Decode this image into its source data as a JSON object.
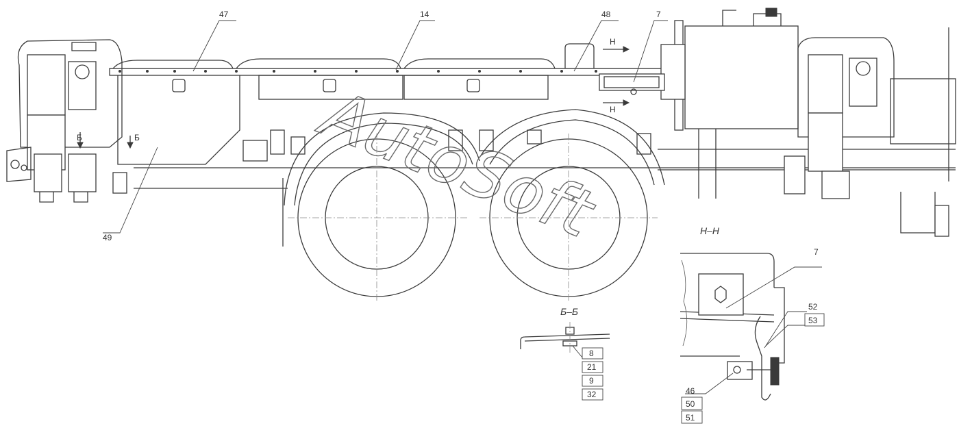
{
  "watermark": "AutoSoft",
  "callouts": {
    "c47": "47",
    "c14": "14",
    "c48": "48",
    "c7_top": "7",
    "c49": "49",
    "c7_hh": "7",
    "c52": "52",
    "c53": "53",
    "c46": "46",
    "c50": "50",
    "c51": "51",
    "c8": "8",
    "c21": "21",
    "c9": "9",
    "c32": "32"
  },
  "section_marks": {
    "n_top": "Н",
    "n_bottom": "Н",
    "b_left": "Б",
    "b_right": "Б"
  },
  "section_titles": {
    "hh": "Н–Н",
    "bb": "Б–Б"
  }
}
